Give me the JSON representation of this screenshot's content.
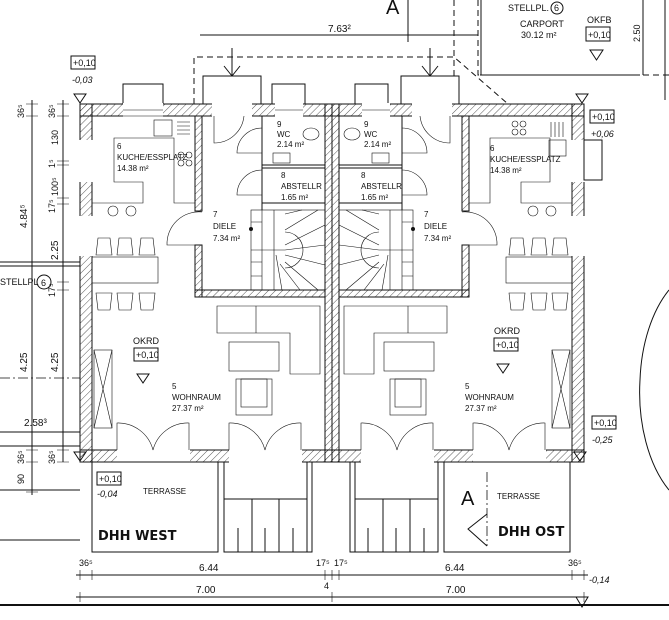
{
  "top": {
    "overall_dim": "7.63²",
    "section_mark": "A",
    "parking_label": "STELLPL.",
    "parking_number": "6",
    "carport_name": "CARPORT",
    "carport_area": "30.12 m²",
    "okfb_label": "OKFB",
    "okfb_level": "+0,10",
    "carport_dim": "2.50"
  },
  "levels": {
    "nw_level": "+0,10",
    "nw_terrain": "-0,03",
    "ne_level": "+0,10",
    "ne_terrain": "+0,06",
    "se_level": "+0,10",
    "se_terrain": "-0,25",
    "sw_level": "+0,10",
    "sw_terrain": "-0,04",
    "bottom_terrain": "-0,14"
  },
  "west": {
    "house_name": "DHH WEST",
    "kitchen": {
      "number": "6",
      "name": "KUCHE/ESSPLATZ",
      "area": "14.38 m²"
    },
    "wc": {
      "number": "9",
      "name": "WC",
      "area": "2.14 m²"
    },
    "storage": {
      "number": "8",
      "name": "ABSTELLR",
      "area": "1.65 m²"
    },
    "hall": {
      "number": "7",
      "name": "DIELE",
      "area": "7.34 m²"
    },
    "living": {
      "number": "5",
      "name": "WOHNRAUM",
      "area": "27.37 m²",
      "okrd_label": "OKRD",
      "okrd_level": "+0,10"
    },
    "terrace": "TERRASSE"
  },
  "east": {
    "house_name": "DHH OST",
    "kitchen": {
      "number": "6",
      "name": "KUCHE/ESSPLATZ",
      "area": "14.38 m²"
    },
    "wc": {
      "number": "9",
      "name": "WC",
      "area": "2.14 m²"
    },
    "storage": {
      "number": "8",
      "name": "ABSTELLR",
      "area": "1.65 m²"
    },
    "hall": {
      "number": "7",
      "name": "DIELE",
      "area": "7.34 m²"
    },
    "living": {
      "number": "5",
      "name": "WOHNRAUM",
      "area": "27.37 m²",
      "okrd_label": "OKRD",
      "okrd_level": "+0,10"
    },
    "terrace": "TERRASSE",
    "section_mark": "A"
  },
  "left_dims": {
    "outer": [
      "36⁵",
      "4.84⁵",
      "4.25",
      "36⁵",
      "90"
    ],
    "inner": [
      "36⁵",
      "130",
      "1⁵",
      "100⁵",
      "17⁵",
      "2.25",
      "17⁵",
      "4.25",
      "36⁵"
    ],
    "parking_label": "STELLPL",
    "parking_number": "6",
    "side_dim": "2.58³"
  },
  "bottom_dims": {
    "row1": [
      "36⁵",
      "6.44",
      "17⁵",
      "17⁵",
      "6.44",
      "36⁵"
    ],
    "row2": [
      "7.00",
      "4",
      "7.00"
    ]
  }
}
